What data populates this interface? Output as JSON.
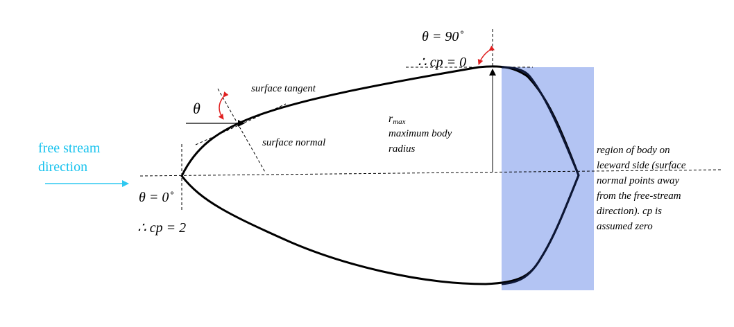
{
  "colors": {
    "region_fill": "#b3c4f3",
    "stream_text": "#19c3ee",
    "stream_arrow": "#2ec8f0",
    "angle_arrow": "#e02020",
    "body_outline": "#000000",
    "leeward_outline": "#0d1736"
  },
  "labels": {
    "free_stream_line1": "free stream",
    "free_stream_line2": "direction",
    "theta": "θ",
    "theta_zero": "θ = 0˚",
    "cp_two": "∴ cp = 2",
    "theta_ninety": "θ = 90˚",
    "cp_zero": "∴ cp = 0",
    "surface_tangent": "surface tangent",
    "surface_normal": "surface normal",
    "r_max": "r",
    "r_max_sub": "max",
    "max_radius_line1": "maximum body",
    "max_radius_line2": "radius",
    "region_line1": "region of body on",
    "region_line2": "leeward side (surface",
    "region_line3": "normal points away",
    "region_line4": "from the free-stream",
    "region_line5": "direction). cp is",
    "region_line6": "assumed zero"
  }
}
